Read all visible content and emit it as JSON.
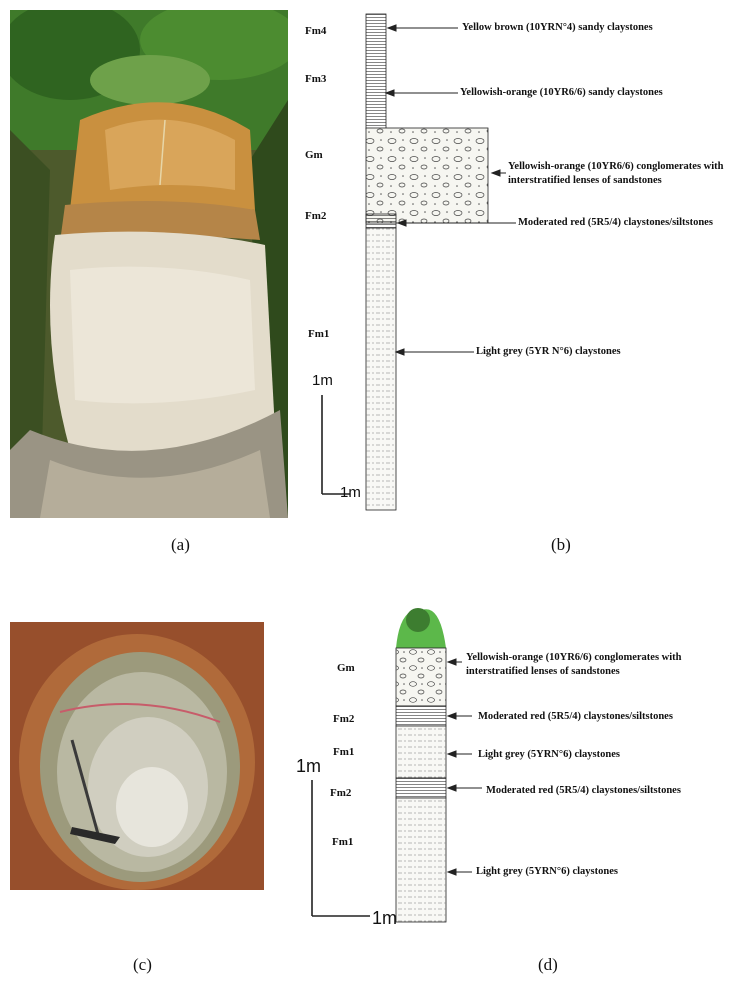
{
  "panels": {
    "a": {
      "caption": "(a)"
    },
    "b": {
      "caption": "(b)",
      "units": [
        {
          "code": "Fm4",
          "desc": "Yellow brown (10YRN°4) sandy claystones"
        },
        {
          "code": "Fm3",
          "desc": "Yellowish-orange  (10YR6/6) sandy claystones"
        },
        {
          "code": "Gm",
          "desc": "Yellowish-orange (10YR6/6) conglomerates with",
          "desc2": "interstratified lenses of sandstones"
        },
        {
          "code": "Fm2",
          "desc": "Moderated red (5R5/4) claystones/siltstones"
        },
        {
          "code": "Fm1",
          "desc": "Light grey (5YR N°6) claystones"
        }
      ],
      "scale_v": "1m",
      "scale_h": "1m"
    },
    "c": {
      "caption": "(c)"
    },
    "d": {
      "caption": "(d)",
      "units": [
        {
          "code": "Gm",
          "desc": "Yellowish-orange (10YR6/6) conglomerates with",
          "desc2": "interstratified lenses of sandstones"
        },
        {
          "code": "Fm2",
          "desc": "Moderated red (5R5/4) claystones/siltstones"
        },
        {
          "code": "Fm1",
          "desc": "Light grey (5YRN°6) claystones"
        },
        {
          "code": "Fm2",
          "desc": "Moderated red (5R5/4) claystones/siltstones"
        },
        {
          "code": "Fm1",
          "desc": "Light grey (5YRN°6) claystones"
        }
      ],
      "scale_v": "1m",
      "scale_h": "1m"
    }
  },
  "colors": {
    "vegetation": "#3f7a2a",
    "soil": "#c9903f",
    "clay": "#e3dccb",
    "red_soil": "#a0522d",
    "green_top": "#5cb84a"
  }
}
